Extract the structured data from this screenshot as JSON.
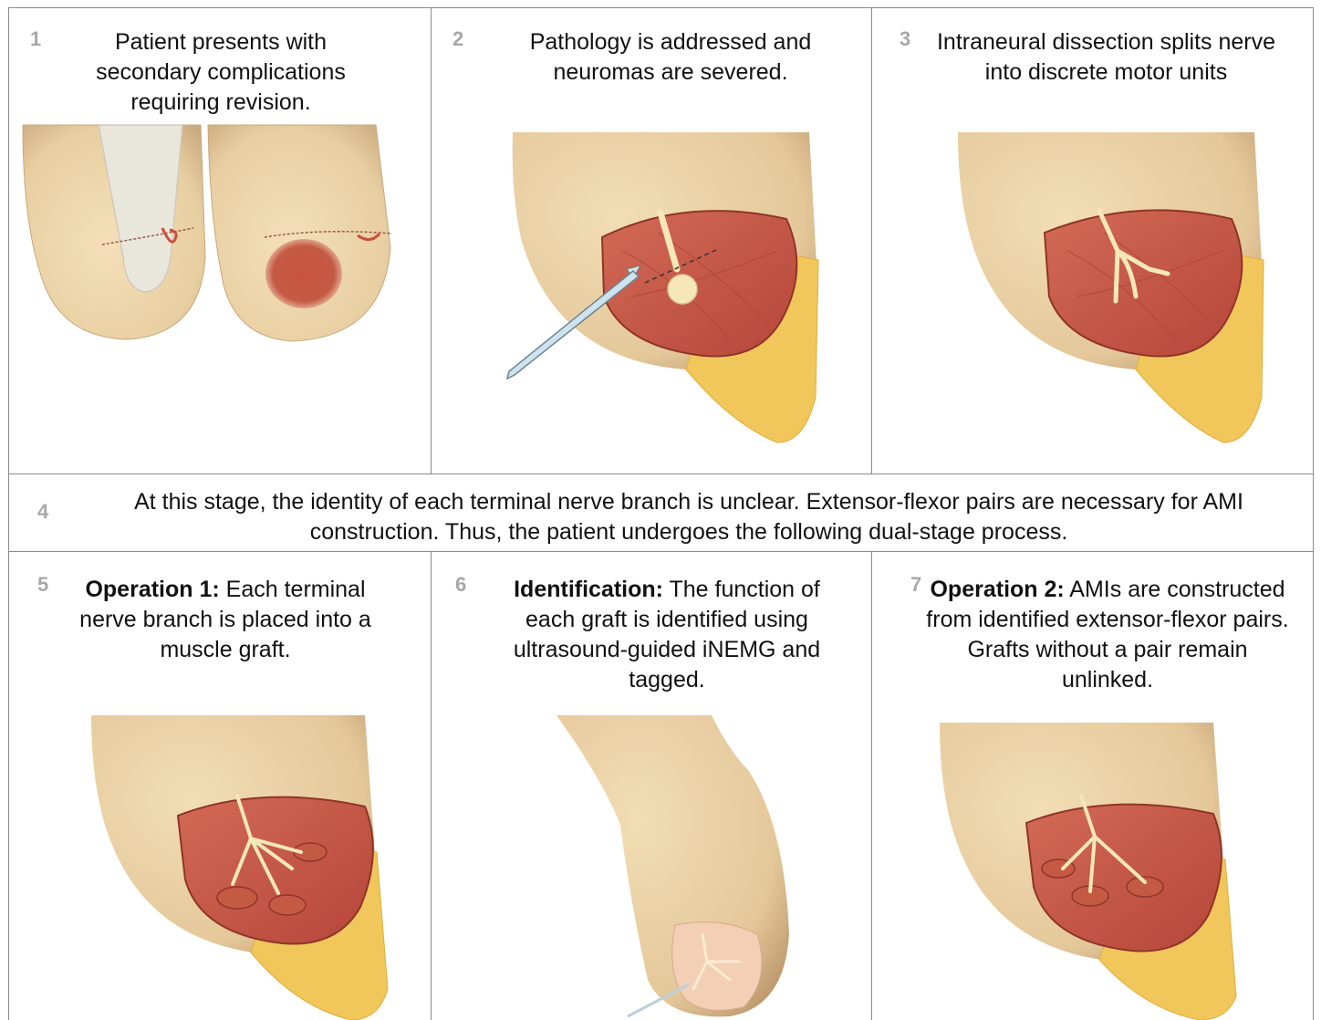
{
  "panels": [
    {
      "number": "1",
      "text": "Patient presents with secondary complications requiring revision."
    },
    {
      "number": "2",
      "text": "Pathology is addressed and neuromas are severed."
    },
    {
      "number": "3",
      "text": "Intraneural dissection splits nerve into discrete motor units"
    },
    {
      "number": "4",
      "text": "At this stage, the identity of each terminal nerve branch is unclear. Extensor-flexor pairs are necessary for AMI construction. Thus, the patient undergoes the following dual-stage process."
    },
    {
      "number": "5",
      "bold": "Operation 1:",
      "text": " Each terminal nerve branch is placed into a muscle graft."
    },
    {
      "number": "6",
      "bold": "Identification:",
      "text": " The function of each graft is identified using ultrasound-guided iNEMG and tagged."
    },
    {
      "number": "7",
      "bold": "Operation 2:",
      "text": " AMIs are constructed from identified extensor-flexor pairs. Grafts without a pair remain unlinked."
    }
  ],
  "colors": {
    "skin": "#f0d9b0",
    "skin_shade": "#c9a77d",
    "muscle": "#c9523f",
    "muscle_dark": "#9a3a2c",
    "fat": "#f1c65a",
    "nerve": "#f6e7b8",
    "bone": "#e9e6dc",
    "border": "#8a8a8a",
    "number": "#a8a8a8"
  }
}
